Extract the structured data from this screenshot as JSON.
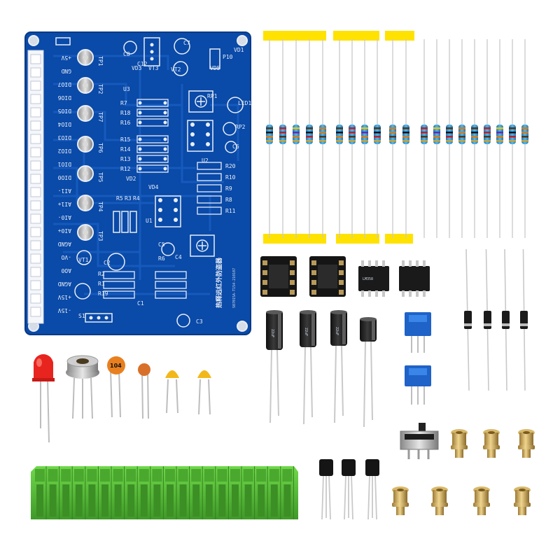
{
  "board": {
    "title": "热释远红外防盗器",
    "part_code": "S07015A-T154-210107",
    "left_labels": [
      "+5V",
      "GND",
      "DIO7",
      "DIO6",
      "DIO5",
      "DIO4",
      "DIO3",
      "DIO2",
      "DIO1",
      "DIO0",
      "AI1-",
      "AI1+",
      "AI0-",
      "AI0+",
      "AGND",
      "-VO",
      "AO0",
      "AGND",
      "+15V",
      "-15V"
    ],
    "test_points": [
      "TP1",
      "TP2",
      "TP7",
      "TP6",
      "TP5",
      "TP4",
      "TP3"
    ],
    "resistor_labels_left": [
      "R7",
      "R18",
      "R16",
      "R15",
      "R14",
      "R13",
      "R12"
    ],
    "resistor_labels_right": [
      "R20",
      "R10",
      "R9",
      "R8",
      "R11"
    ],
    "chip_labels": [
      "U1",
      "U2",
      "U3",
      "VD1",
      "VD2",
      "VD3",
      "VD4",
      "VD5"
    ],
    "misc_labels": [
      "C1",
      "C2",
      "C3",
      "C4",
      "C5",
      "C6",
      "C7",
      "C8",
      "C12",
      "RP1",
      "RP2",
      "LED1",
      "VT1",
      "VT2",
      "VT3",
      "S1",
      "P10",
      "R19",
      "R1",
      "R2",
      "R3",
      "R4",
      "R5",
      "R6"
    ]
  },
  "components": {
    "ceramic_cap_label": "104",
    "electrolytic_cap_label": "22uF",
    "dip_chip_marking": "LM358"
  },
  "colors": {
    "pcb": "#0a4aa8",
    "pcb_edge": "#083a85",
    "silkscreen": "#e8eef8",
    "terminal_green": "#5cc23a",
    "resistor_blue": "#2f9ad8",
    "tape_yellow": "#ffe200",
    "trimmer_blue": "#1f62c8",
    "ceramic_orange": "#e8801f",
    "monolithic_yellow": "#f2b81a",
    "led_red": "#e8241f"
  }
}
